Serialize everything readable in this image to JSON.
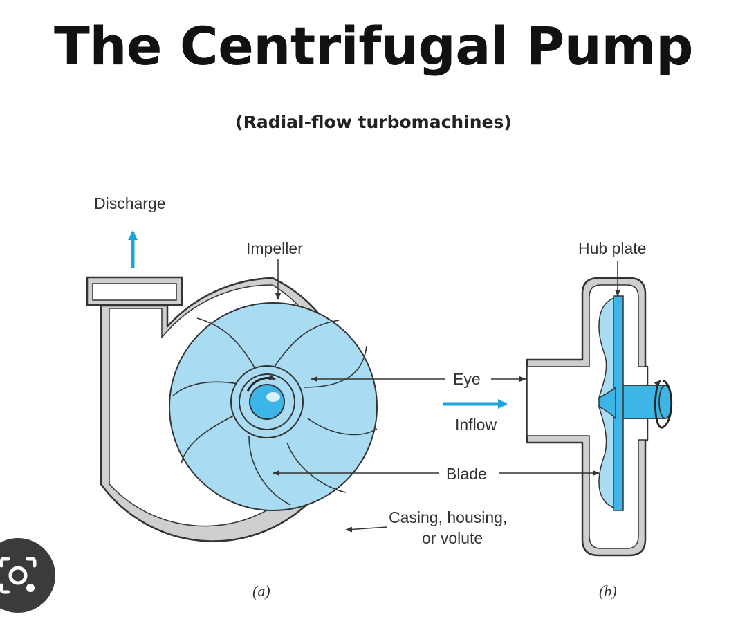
{
  "title": "The Centrifugal Pump",
  "subtitle": "(Radial-flow turbomachines)",
  "labels": {
    "discharge": "Discharge",
    "impeller": "Impeller",
    "hub_plate": "Hub plate",
    "eye": "Eye",
    "inflow": "Inflow",
    "blade": "Blade",
    "casing_line1": "Casing, housing,",
    "casing_line2": "or volute"
  },
  "captions": {
    "a": "(a)",
    "b": "(b)"
  },
  "colors": {
    "fluid_light": "#a9dcf3",
    "flow_arrow": "#1aa3dc",
    "casing_gray": "#cfcfcf",
    "outline": "#333333",
    "hub_blue": "#3db5e6"
  },
  "icons": {
    "overlay": "lens-camera-icon"
  }
}
